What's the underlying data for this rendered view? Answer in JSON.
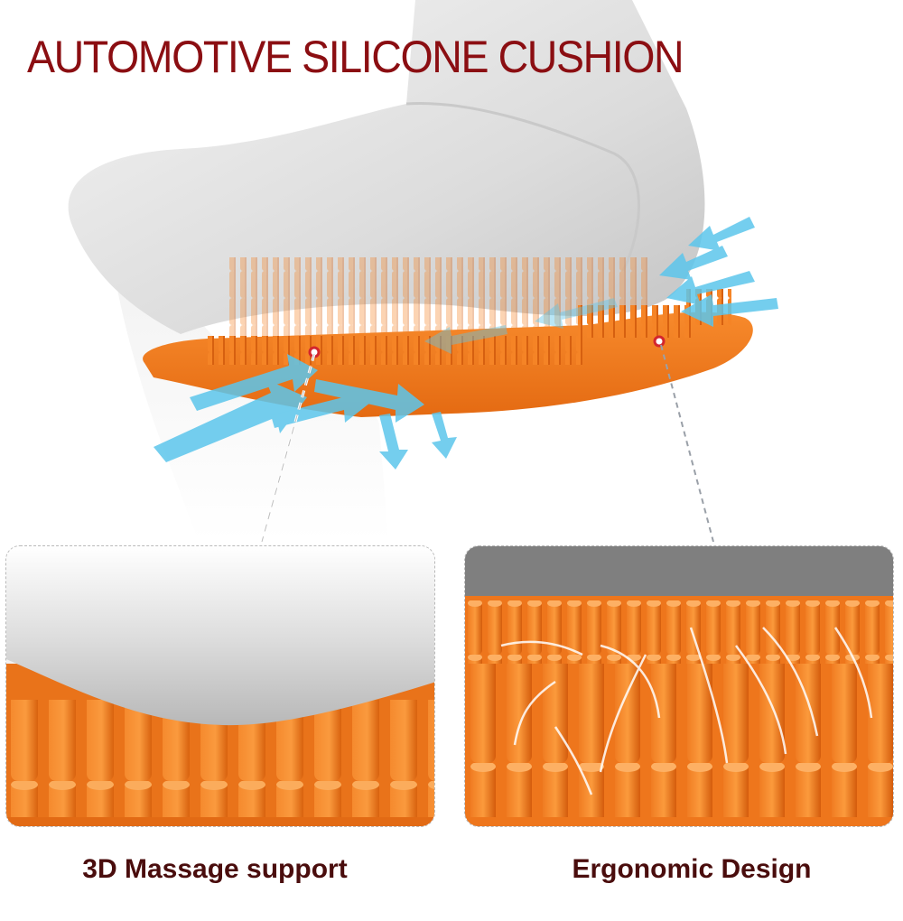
{
  "title": "AUTOMOTIVE SILICONE CUSHION",
  "features": [
    {
      "caption": "3D Massage support"
    },
    {
      "caption": "Ergonomic Design"
    }
  ],
  "colors": {
    "title": "#8b0e12",
    "caption": "#4a0d0d",
    "cushion_orange": "#f57f22",
    "cushion_orange_dark": "#d9600c",
    "airflow_blue": "#5cc6ec",
    "body_gray": "#d9d9d9"
  }
}
